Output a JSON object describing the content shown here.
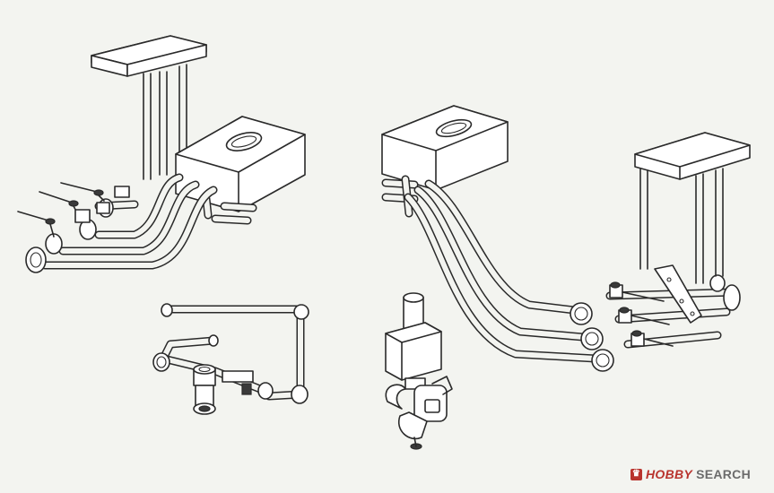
{
  "watermark": {
    "logo_glyph": "♛",
    "brand": "HOBBY",
    "word": "SEARCH"
  },
  "parts": [
    {
      "name": "left-pipe-assembly",
      "icon": "pipe-assembly-icon"
    },
    {
      "name": "right-pipe-assembly",
      "icon": "pipe-assembly-icon"
    },
    {
      "name": "bent-pipe-with-fitting",
      "icon": "pipe-fitting-icon"
    },
    {
      "name": "valve-coupler",
      "icon": "valve-icon"
    }
  ],
  "colors": {
    "background": "#f3f4f0",
    "line": "#2a2a2a",
    "watermark_red": "#b9342e",
    "watermark_gray": "#6b6b6b"
  }
}
